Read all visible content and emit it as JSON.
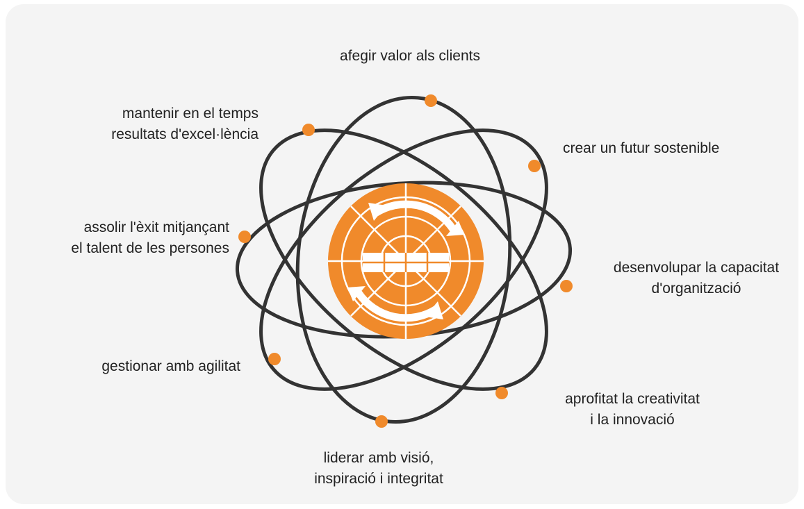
{
  "colors": {
    "background": "#f4f4f4",
    "orbit": "#333333",
    "accent": "#f08a2b",
    "emblem_lines": "#ffffff",
    "text": "#222222"
  },
  "center_emblem": {
    "icon": "circular-arrows-emblem-icon"
  },
  "principles": [
    {
      "id": "afegir-valor",
      "lines": [
        "afegir valor als clients"
      ]
    },
    {
      "id": "futur-sostenible",
      "lines": [
        "crear un futur sostenible"
      ]
    },
    {
      "id": "capacitat-organitzacio",
      "lines": [
        "desenvolupar la capacitat",
        "d'organització"
      ]
    },
    {
      "id": "creativitat-innovacio",
      "lines": [
        "aprofitat la creativitat",
        "i la innovació"
      ]
    },
    {
      "id": "liderar-visio",
      "lines": [
        "liderar amb visió,",
        "inspiració i integritat"
      ]
    },
    {
      "id": "gestionar-agilitat",
      "lines": [
        "gestionar amb agilitat"
      ]
    },
    {
      "id": "exit-talent",
      "lines": [
        "assolir l'èxit mitjançant",
        "el talent de les persones"
      ]
    },
    {
      "id": "resultats-excellencia",
      "lines": [
        "mantenir en el temps",
        "resultats d'excel·lència"
      ]
    }
  ]
}
